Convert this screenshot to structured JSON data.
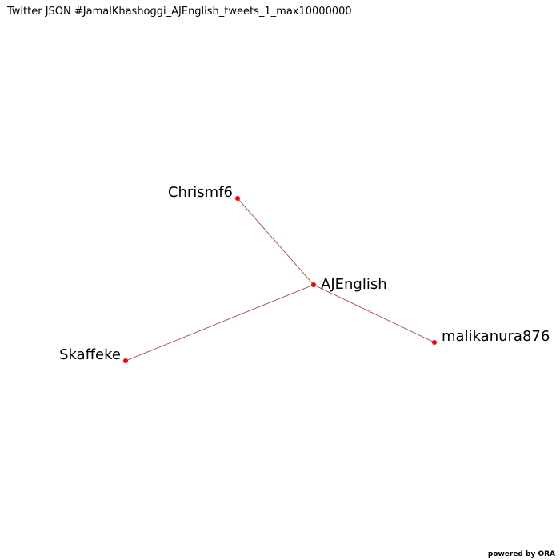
{
  "title": "Twitter JSON #JamalKhashoggi_AJEnglish_tweets_1_max10000000",
  "footer": "powered by ORA",
  "colors": {
    "node": "#ff0000",
    "edge": "#b03030"
  },
  "graph": {
    "nodes": [
      {
        "id": "AJEnglish",
        "label": "AJEnglish"
      },
      {
        "id": "Chrismf6",
        "label": "Chrismf6"
      },
      {
        "id": "Skaffeke",
        "label": "Skaffeke"
      },
      {
        "id": "malikanura876",
        "label": "malikanura876"
      }
    ],
    "edges": [
      {
        "source": "AJEnglish",
        "target": "Chrismf6"
      },
      {
        "source": "AJEnglish",
        "target": "Skaffeke"
      },
      {
        "source": "AJEnglish",
        "target": "malikanura876"
      }
    ]
  }
}
